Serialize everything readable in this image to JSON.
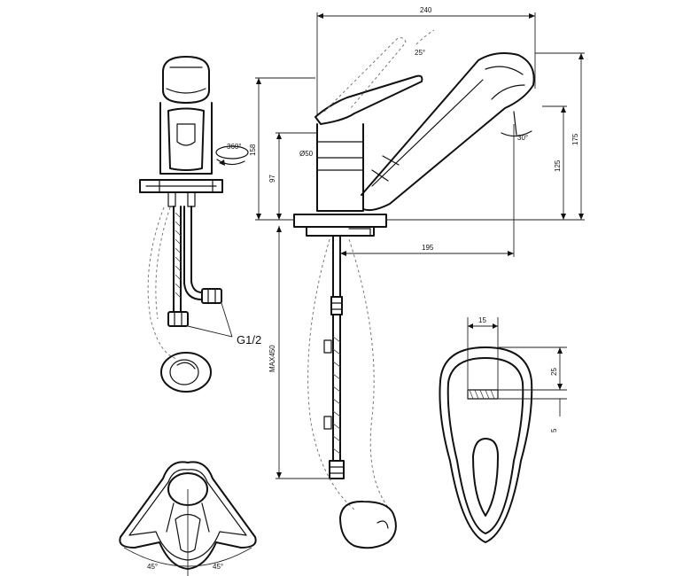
{
  "dimensions": {
    "overall_width": "240",
    "spout_length": "195",
    "lever_angle": "25°",
    "spray_angle": "30°",
    "rotation": "360°",
    "base_diameter": "Ø50",
    "lever_height": "158",
    "body_height": "97",
    "spout_height_low": "125",
    "spout_height_high": "175",
    "hose_length": "MAX450",
    "connection_thread": "G1/2",
    "lever_width": "15",
    "lever_depth": "25",
    "lever_offset": "5",
    "left_angle": "45°",
    "right_angle": "45°"
  }
}
